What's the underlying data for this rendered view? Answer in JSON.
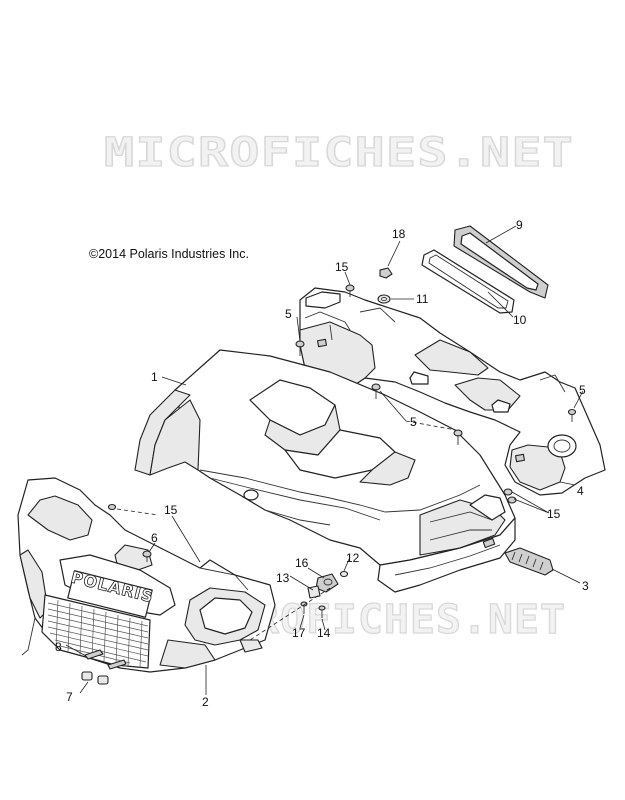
{
  "watermark": {
    "top": "MICROFICHES.NET",
    "bottom": "MICROFICHES.NET"
  },
  "copyright": "©2014 Polaris Industries Inc.",
  "logo_text": "POLARIS",
  "callouts": [
    {
      "id": "1",
      "label": "1"
    },
    {
      "id": "2",
      "label": "2"
    },
    {
      "id": "3",
      "label": "3"
    },
    {
      "id": "4",
      "label": "4"
    },
    {
      "id": "5a",
      "label": "5"
    },
    {
      "id": "5b",
      "label": "5"
    },
    {
      "id": "5c",
      "label": "5"
    },
    {
      "id": "6",
      "label": "6"
    },
    {
      "id": "7",
      "label": "7"
    },
    {
      "id": "8",
      "label": "8"
    },
    {
      "id": "9",
      "label": "9"
    },
    {
      "id": "10",
      "label": "10"
    },
    {
      "id": "11",
      "label": "11"
    },
    {
      "id": "12",
      "label": "12"
    },
    {
      "id": "13",
      "label": "13"
    },
    {
      "id": "14",
      "label": "14"
    },
    {
      "id": "15a",
      "label": "15"
    },
    {
      "id": "15b",
      "label": "15"
    },
    {
      "id": "15c",
      "label": "15"
    },
    {
      "id": "16",
      "label": "16"
    },
    {
      "id": "17",
      "label": "17"
    },
    {
      "id": "18",
      "label": "18"
    }
  ]
}
